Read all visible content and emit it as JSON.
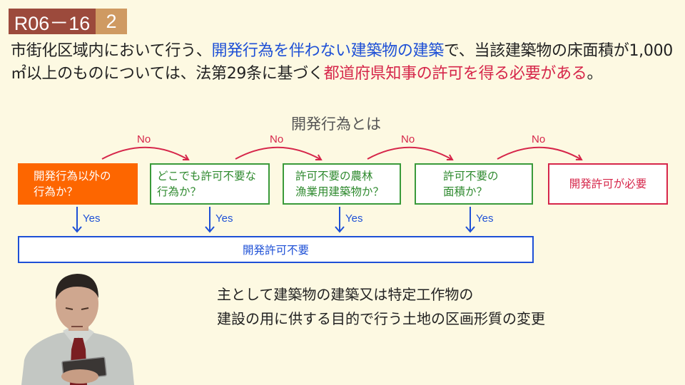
{
  "header": {
    "question_code": "R06－16",
    "option_number": "2"
  },
  "question": {
    "segments": [
      {
        "text": "市街化区域内において行う、",
        "color": "default"
      },
      {
        "text": "開発行為を伴わない建築物の建築",
        "color": "blue"
      },
      {
        "text": "で、当該建築物の床面積が1,000㎡以上のものについては、法第29条に基づく",
        "color": "default"
      },
      {
        "text": "都道府県知事の許可を得る必要がある",
        "color": "red"
      },
      {
        "text": "。",
        "color": "default"
      }
    ]
  },
  "flowchart": {
    "title": "開発行為とは",
    "no_label": "No",
    "yes_label": "Yes",
    "steps": [
      {
        "line1": "開発行為以外の",
        "line2": "行為か？"
      },
      {
        "line1": "どこでも許可不要な",
        "line2": "行為か？"
      },
      {
        "line1": "許可不要の農林",
        "line2": "漁業用建築物か？"
      },
      {
        "line1": "許可不要の",
        "line2": "面積か？"
      }
    ],
    "result_required": "開発許可が必要",
    "result_not_required": "開発許可不要"
  },
  "definition": {
    "line1": "主として建築物の建築又は特定工作物の",
    "line2": "建設の用に供する目的で行う土地の区画形質の変更"
  },
  "colors": {
    "background": "#fdf9e2",
    "badge_code": "#9c4a3c",
    "badge_number": "#cf9a62",
    "blue": "#1e50d6",
    "red": "#d6264a",
    "green": "#3a9a3a",
    "orange": "#fd6600"
  },
  "presenter": {
    "icon": "presenter-video-icon"
  }
}
